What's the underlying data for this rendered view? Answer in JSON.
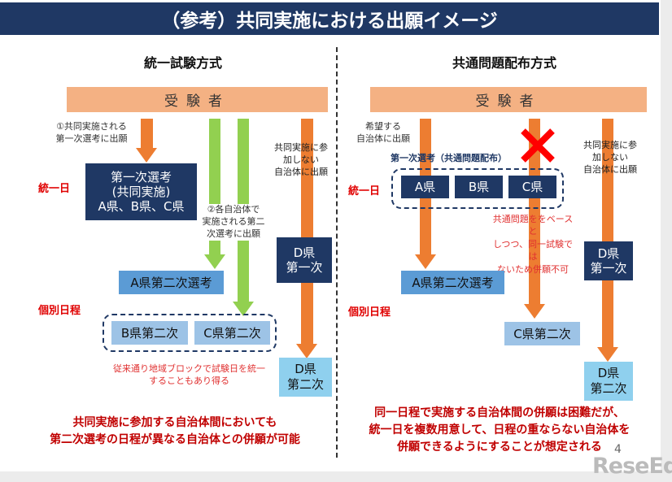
{
  "title": "（参考）共同実施における出願イメージ",
  "left": {
    "heading": "統一試験方式",
    "examinee": "受験者",
    "note1": [
      "①共同実施される",
      "第一次選考に出願"
    ],
    "note2": [
      "②各自治体で",
      "実施される第二",
      "次選考に出願"
    ],
    "note3": [
      "共同実施に参",
      "加しない",
      "自治体に出願"
    ],
    "first": [
      "第一次選考",
      "(共同実施)",
      "A県、B県、C県"
    ],
    "unified_day": "統一日",
    "individual": "個別日程",
    "d_first": [
      "D県",
      "第一次"
    ],
    "a_second": "A県第二次選考",
    "b_second": "B県第二次",
    "c_second": "C県第二次",
    "d_second": [
      "D県",
      "第二次"
    ],
    "red_note": [
      "従来通り地域ブロックで試験日を統一",
      "することもあり得る"
    ],
    "conclusion": [
      "共同実施に参加する自治体間においても",
      "第二次選考の日程が異なる自治体との併願が可能"
    ]
  },
  "right": {
    "heading": "共通問題配布方式",
    "examinee": "受験者",
    "note1": [
      "希望する",
      "自治体に出願"
    ],
    "note3": [
      "共同実施に参",
      "加しない",
      "自治体に出願"
    ],
    "first_label": "第一次選考（共通問題配布）",
    "a": "A県",
    "b": "B県",
    "c": "C県",
    "unified_day": "統一日",
    "individual": "個別日程",
    "red_note": [
      "共通問題ををベースと",
      "しつつ、同一試験では",
      "ないため併願不可"
    ],
    "d_first": [
      "D県",
      "第一次"
    ],
    "a_second": "A県第二次選考",
    "c_second": "C県第二次",
    "d_second": [
      "D県",
      "第二次"
    ],
    "conclusion": [
      "同一日程で実施する自治体間の併願は困難だが、",
      "統一日を複数用意して、日程の重ならない自治体を",
      "併願できるようにすることが想定される"
    ]
  },
  "page_number": "4",
  "watermark": "ReseEd",
  "colors": {
    "navy": "#1f3864",
    "orange": "#ed7d31",
    "green": "#92d050",
    "salmon": "#f4b183",
    "red": "#e00000"
  }
}
